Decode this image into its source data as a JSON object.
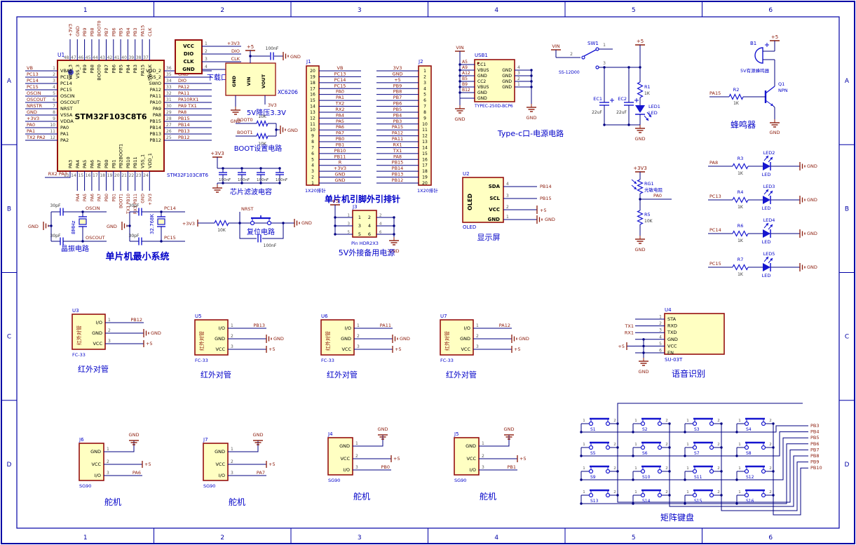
{
  "sheet": {
    "zone_columns": [
      "1",
      "2",
      "3",
      "4",
      "5",
      "6"
    ],
    "zone_rows": [
      "A",
      "B",
      "C",
      "D"
    ]
  },
  "colors": {
    "body_fill": "#FFFFC2",
    "body_stroke": "#950F0F",
    "wire": "#000082",
    "net_label": "#8B1A0A",
    "pin_num": "#5A5A5A",
    "caption": "#0000C8",
    "symbol": "#1515CF",
    "frame": "#0000A5"
  },
  "common": {
    "gnd": "GND",
    "p5": "+5",
    "p3v3": "+3V3",
    "vin": "VIN"
  },
  "mcu": {
    "ref": "U1",
    "name": "STM32F103C8T6",
    "part": "STM32F103C8T6",
    "left_pins": [
      {
        "num": "1",
        "name": "VBAT",
        "net": "VB"
      },
      {
        "num": "2",
        "name": "PC13",
        "net": "PC13"
      },
      {
        "num": "3",
        "name": "PC14",
        "net": "PC14"
      },
      {
        "num": "4",
        "name": "PC15",
        "net": "PC15"
      },
      {
        "num": "5",
        "name": "OSCIN",
        "net": "OSCIN"
      },
      {
        "num": "6",
        "name": "OSCOUT",
        "net": "OSCOUT"
      },
      {
        "num": "7",
        "name": "NRST",
        "net": "NRSTR"
      },
      {
        "num": "8",
        "name": "VSSA",
        "net": "GND"
      },
      {
        "num": "9",
        "name": "VDDA",
        "net": "+3V3"
      },
      {
        "num": "10",
        "name": "PA0",
        "net": "PA0"
      },
      {
        "num": "11",
        "name": "PA1",
        "net": "PA1"
      },
      {
        "num": "12",
        "name": "PA2",
        "net": "TX2 PA2"
      }
    ],
    "right_pins": [
      {
        "num": "36",
        "name": "VDD_2",
        "net": "+3V3"
      },
      {
        "num": "35",
        "name": "VSS_2",
        "net": "GND"
      },
      {
        "num": "34",
        "name": "SWIO",
        "net": "DIO"
      },
      {
        "num": "33",
        "name": "PA12",
        "net": "PA12"
      },
      {
        "num": "32",
        "name": "PA11",
        "net": "PA11"
      },
      {
        "num": "31",
        "name": "PA10",
        "net": "PA10RX1"
      },
      {
        "num": "30",
        "name": "PA9",
        "net": "PA9 TX1"
      },
      {
        "num": "29",
        "name": "PA8",
        "net": "PA8"
      },
      {
        "num": "28",
        "name": "PB15",
        "net": "PB15"
      },
      {
        "num": "27",
        "name": "PB14",
        "net": "PB14"
      },
      {
        "num": "26",
        "name": "PB13",
        "net": "PB13"
      },
      {
        "num": "25",
        "name": "PB12",
        "net": "PB12"
      }
    ],
    "top_pins": [
      {
        "num": "48",
        "name": "VDD_3",
        "net": "+3V3"
      },
      {
        "num": "47",
        "name": "VSS_3",
        "net": "GND"
      },
      {
        "num": "46",
        "name": "PB9",
        "net": "PB9"
      },
      {
        "num": "45",
        "name": "PB8",
        "net": "PB8"
      },
      {
        "num": "44",
        "name": "BOOT0",
        "net": "BOOT0"
      },
      {
        "num": "43",
        "name": "PB7",
        "net": "PB7"
      },
      {
        "num": "42",
        "name": "PB6",
        "net": "PB6"
      },
      {
        "num": "41",
        "name": "PB5",
        "net": "PB5"
      },
      {
        "num": "40",
        "name": "PB4",
        "net": "PB4"
      },
      {
        "num": "39",
        "name": "PB3",
        "net": "PB3"
      },
      {
        "num": "38",
        "name": "PA15",
        "net": "PA15"
      },
      {
        "num": "37",
        "name": "SWCLK",
        "net": "CLK"
      }
    ],
    "bottom_pins": [
      {
        "num": "13",
        "name": "PA3",
        "net": "RX2 PA3"
      },
      {
        "num": "14",
        "name": "PA4",
        "net": "PA4"
      },
      {
        "num": "15",
        "name": "PA5",
        "net": "PA5"
      },
      {
        "num": "16",
        "name": "PA6",
        "net": "PA6"
      },
      {
        "num": "17",
        "name": "PA7",
        "net": "PA7"
      },
      {
        "num": "18",
        "name": "PB0",
        "net": "PB0"
      },
      {
        "num": "19",
        "name": "PB1",
        "net": "PB1"
      },
      {
        "num": "20",
        "name": "PB2BOOT1",
        "net": "BOOT1"
      },
      {
        "num": "21",
        "name": "PB10",
        "net": "TX3 PB10"
      },
      {
        "num": "22",
        "name": "PB11",
        "net": "RX3 PB11"
      },
      {
        "num": "23",
        "name": "VSS_1",
        "net": "GND"
      },
      {
        "num": "24",
        "name": "VDD_1",
        "net": "+3V3"
      }
    ]
  },
  "download": {
    "rows": [
      "VCC",
      "DIO",
      "CLK",
      "GND"
    ],
    "pins": [
      {
        "num": "1",
        "net": "+3V3"
      },
      {
        "num": "2",
        "net": "DIO"
      },
      {
        "num": "3",
        "net": "CLK"
      },
      {
        "num": "4",
        "net": "GND"
      }
    ],
    "caption": "下载口"
  },
  "regulator": {
    "part": "XC6206",
    "pin_labels": [
      "GND",
      "VIN",
      "VOUT"
    ],
    "cap": "100nF",
    "out_net": "3V3",
    "caption": "5V降压3.3V"
  },
  "boot": {
    "rows": [
      {
        "net": "BOOT0",
        "val": "10K"
      },
      {
        "net": "BOOT1",
        "val": "10K"
      }
    ],
    "caption": "BOOT设置电路"
  },
  "filter": {
    "caps": [
      "100nF",
      "100nF",
      "100nF",
      "100nF"
    ],
    "caption": "芯片滤波电容"
  },
  "headers": {
    "caption": "单片机引脚外引排针",
    "j1": {
      "ref": "J1",
      "part": "1X20排针",
      "nums": [
        "20",
        "19",
        "18",
        "17",
        "16",
        "15",
        "14",
        "13",
        "12",
        "11",
        "10",
        "9",
        "8",
        "7",
        "6",
        "5",
        "4",
        "3",
        "2",
        "1"
      ],
      "nets": [
        "VB",
        "PC13",
        "PC14",
        "PC15",
        "PA0",
        "PA1",
        "TX2",
        "RX2",
        "PA4",
        "PA5",
        "PA6",
        "PA7",
        "PB0",
        "PB1",
        "PB10",
        "PB11",
        "R",
        "+3V3",
        "GND",
        "GND"
      ]
    },
    "j2": {
      "ref": "J2",
      "part": "1X20排针",
      "nums": [
        "1",
        "2",
        "3",
        "4",
        "5",
        "6",
        "7",
        "8",
        "9",
        "10",
        "11",
        "12",
        "13",
        "14",
        "15",
        "16",
        "17",
        "18",
        "19",
        "20"
      ],
      "nets": [
        "3V3",
        "GND",
        "+5",
        "PB9",
        "PB8",
        "PB7",
        "PB6",
        "PB5",
        "PB4",
        "PB3",
        "PA15",
        "PA12",
        "PA11",
        "RX1",
        "TX1",
        "PA8",
        "PB15",
        "PB14",
        "PB13",
        "PB12"
      ]
    }
  },
  "typec": {
    "ref": "USB1",
    "part": "TYPEC-250D-BCP6",
    "vin": "VIN",
    "left": [
      {
        "pad": "A5",
        "name": "CC1"
      },
      {
        "pad": "A9",
        "name": "VBUS"
      },
      {
        "pad": "A12",
        "name": "GND"
      },
      {
        "pad": "B5",
        "name": "CC2"
      },
      {
        "pad": "B9",
        "name": "VBUS"
      },
      {
        "pad": "B12",
        "name": "GND"
      }
    ],
    "bottom_name": "GND",
    "right": [
      {
        "num": "4",
        "name": "GND"
      },
      {
        "num": "3",
        "name": "GND"
      },
      {
        "num": "2",
        "name": "GND"
      },
      {
        "num": "1",
        "name": "GND"
      }
    ],
    "caption": "Type-c口-电源电路"
  },
  "power_sw": {
    "ref": "SW1",
    "part": "SS-12D00",
    "pins": [
      "1",
      "2",
      "3"
    ],
    "caps": [
      {
        "ref": "EC1",
        "val": "22uF"
      },
      {
        "ref": "EC2",
        "val": "22uF"
      }
    ],
    "res": {
      "ref": "R1",
      "val": "1K"
    },
    "led": {
      "ref": "LED1",
      "val": "LED"
    }
  },
  "buzzer": {
    "ref": "B1",
    "name": "5V有源蜂鸣器",
    "transistor": {
      "ref": "Q1",
      "type": "NPN"
    },
    "res": {
      "ref": "R2",
      "val": "1K"
    },
    "net": "PA15",
    "caption": "蜂鸣器"
  },
  "led_rows": {
    "led_label": "LED",
    "rows": [
      {
        "net": "PA8",
        "ref": "R3",
        "val": "1K",
        "led": "LED2"
      },
      {
        "net": "PC13",
        "ref": "R4",
        "val": "1K",
        "led": "LED3"
      },
      {
        "net": "PC14",
        "ref": "R6",
        "val": "1K",
        "led": "LED4"
      },
      {
        "net": "PC15",
        "ref": "R7",
        "val": "1K",
        "led": "LED5"
      }
    ]
  },
  "crystals": {
    "caption": "单片机最小系统",
    "main": {
      "freq": "8MHz",
      "caps": [
        "30pF",
        "30pF"
      ],
      "nets": [
        "OSCIN",
        "OSCOUT"
      ],
      "caption": "晶振电路"
    },
    "rtc": {
      "freq": "32.768K",
      "caps": [
        "30pF",
        "30pF"
      ],
      "nets": [
        "PC14",
        "PC15"
      ]
    }
  },
  "reset": {
    "res": "10K",
    "net": "NRST",
    "cap": "100nF",
    "caption": "复位电路"
  },
  "backup": {
    "ref": "J3",
    "part": "Pin HDR2X3",
    "grid": [
      [
        "1",
        "2"
      ],
      [
        "3",
        "4"
      ],
      [
        "5",
        "6"
      ]
    ],
    "caption": "5V外接备用电源"
  },
  "oled": {
    "ref": "U2",
    "inner": "OLED",
    "part": "OLED",
    "caption": "显示屏",
    "pins": [
      {
        "name": "SDA",
        "num": "4",
        "net": "PB14"
      },
      {
        "name": "SCL",
        "num": "3",
        "net": "PB15"
      },
      {
        "name": "VCC",
        "num": "2",
        "net": "+5"
      },
      {
        "name": "GND",
        "num": "1",
        "net": "GND"
      }
    ]
  },
  "ldr": {
    "ref": "RG1",
    "name": "光敏电阻",
    "net": "PA0",
    "res": {
      "ref": "R5",
      "val": "10K"
    }
  },
  "ir": {
    "inner": "红外对管",
    "part": "FC-33",
    "caption": "红外对管",
    "pin_names": [
      "I/O",
      "GND",
      "VCC"
    ],
    "pin_nums": [
      "1",
      "2",
      "3"
    ],
    "units": [
      {
        "ref": "U3",
        "net": "PB12"
      },
      {
        "ref": "U5",
        "net": "PB13"
      },
      {
        "ref": "U6",
        "net": "PA11"
      },
      {
        "ref": "U7",
        "net": "PA12"
      }
    ]
  },
  "voice": {
    "ref": "U4",
    "part": "SU-03T",
    "caption": "语音识别",
    "pins": [
      {
        "num": "1",
        "name": "STA",
        "net": ""
      },
      {
        "num": "2",
        "name": "RXD",
        "net": "TX1"
      },
      {
        "num": "3",
        "name": "TXD",
        "net": "RX1"
      },
      {
        "num": "4",
        "name": "GND",
        "net": ""
      },
      {
        "num": "5",
        "name": "VCC",
        "net": "+5"
      },
      {
        "num": "6",
        "name": "EN",
        "net": ""
      }
    ]
  },
  "servos": {
    "part": "SG90",
    "caption": "舵机",
    "pin_names": [
      "GND",
      "VCC",
      "I/O"
    ],
    "pin_nums": [
      "1",
      "2",
      "3"
    ],
    "units": [
      {
        "ref": "J6",
        "net": "PA6"
      },
      {
        "ref": "J7",
        "net": "PA7"
      },
      {
        "ref": "J4",
        "net": "PB0"
      },
      {
        "ref": "J5",
        "net": "PB1"
      }
    ]
  },
  "keypad": {
    "caption": "矩阵键盘",
    "pin_nums": [
      "1",
      "2"
    ],
    "switch_refs": [
      "S1",
      "S2",
      "S3",
      "S4",
      "S5",
      "S6",
      "S7",
      "S8",
      "S9",
      "S10",
      "S11",
      "S12",
      "S13",
      "S14",
      "S15",
      "S16"
    ],
    "nets": [
      "PB3",
      "PB4",
      "PB5",
      "PB6",
      "PB7",
      "PB8",
      "PB9",
      "PB10"
    ]
  }
}
